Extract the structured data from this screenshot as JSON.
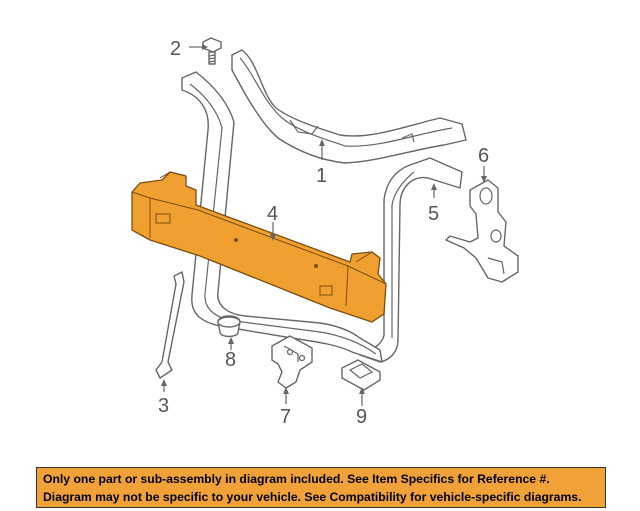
{
  "colors": {
    "highlight": "#f0a030",
    "banner_bg": "#f0a239",
    "outline": "#666666"
  },
  "callouts": {
    "part_1": "1",
    "part_2": "2",
    "part_3": "3",
    "part_4": "4",
    "part_5": "5",
    "part_6": "6",
    "part_7": "7",
    "part_8": "8",
    "part_9": "9"
  },
  "highlighted_part": "4",
  "banner": {
    "line1": "Only one part or sub-assembly in diagram included. See Item Specifics for Reference #.",
    "line2": "Diagram may not be specific to your vehicle. See Compatibility for vehicle-specific diagrams."
  }
}
